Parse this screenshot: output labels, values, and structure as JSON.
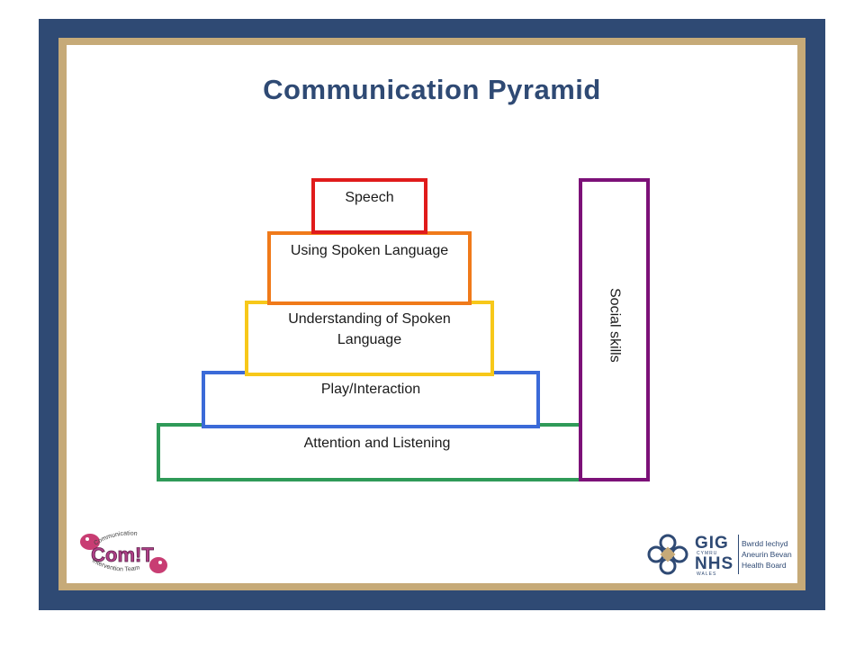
{
  "title": "Communication Pyramid",
  "pyramid": {
    "tiers": [
      {
        "label": "Speech",
        "color": "#e01b1b"
      },
      {
        "label": "Using Spoken Language",
        "color": "#f07a1a"
      },
      {
        "label": "Understanding of Spoken Language",
        "color": "#f7c81a"
      },
      {
        "label": "Play/Interaction",
        "color": "#3b6ad8"
      },
      {
        "label": "Attention and Listening",
        "color": "#2f9a58"
      }
    ]
  },
  "side_bar": {
    "label": "Social skills",
    "color": "#7c1178"
  },
  "logos": {
    "left": {
      "name": "Com!T",
      "text_top": "Communication",
      "text_bottom": "Intervention Team"
    },
    "right": {
      "gig": "GIG",
      "cymru": "CYMRU",
      "nhs": "NHS",
      "wales": "WALES",
      "board_lines": [
        "Bwrdd Iechyd",
        "Aneurin Bevan",
        "Health Board"
      ]
    }
  },
  "colors": {
    "frame_navy": "#2f4a74",
    "frame_tan": "#c6aa78"
  }
}
